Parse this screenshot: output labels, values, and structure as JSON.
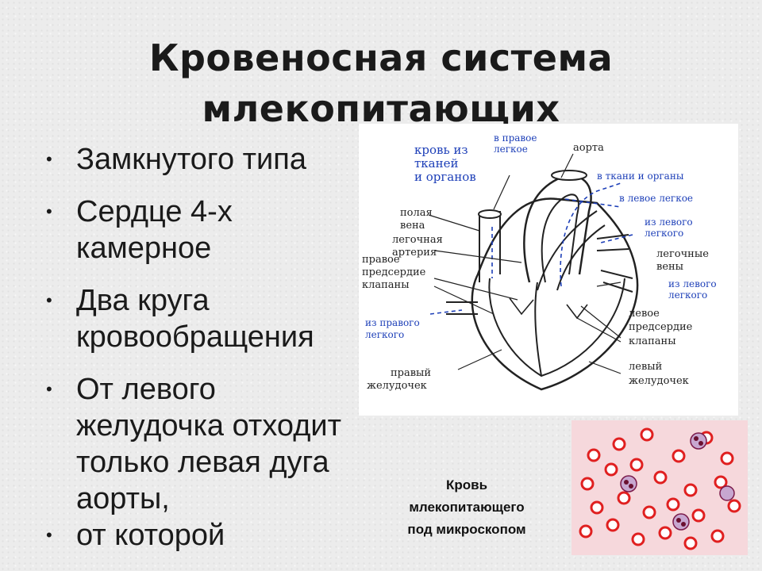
{
  "slide": {
    "title_line1": "Кровеносная система",
    "title_line2": "млекопитающих"
  },
  "bullets": [
    "Замкнутого типа",
    "Сердце 4-х камерное",
    "Два круга кровообращения",
    "От левого желудочка отходит только левая дуга аорты,",
    "от которой"
  ],
  "heart_diagram": {
    "labels": {
      "blood_from_tissues": [
        "кровь из",
        "тканей",
        "и органов"
      ],
      "to_right_lung": [
        "в правое",
        "легкое"
      ],
      "aorta": "аорта",
      "to_tissues": "в ткани и органы",
      "to_left_lung": "в левое легкое",
      "vena_cava": [
        "полая",
        "вена"
      ],
      "pulmonary_artery": [
        "легочная",
        "артерия"
      ],
      "from_left_lung_1": [
        "из левого",
        "легкого"
      ],
      "pulmonary_veins": [
        "легочные",
        "вены"
      ],
      "right_atrium": [
        "правое",
        "предсердие",
        "клапаны"
      ],
      "from_left_lung_2": [
        "из левого",
        "легкого"
      ],
      "from_right_lung": [
        "из правого",
        "легкого"
      ],
      "left_atrium": [
        "левое",
        "предсердие",
        "клапаны"
      ],
      "right_ventricle": [
        "правый",
        "желудочек"
      ],
      "left_ventricle": [
        "левый",
        "желудочек"
      ]
    }
  },
  "blood_caption": [
    "Кровь",
    "млекопитающего",
    "под микроскопом"
  ],
  "colors": {
    "label_blue": "#1d3fb8",
    "cell_red": "#e02020",
    "slide_bg": "#ececec"
  }
}
